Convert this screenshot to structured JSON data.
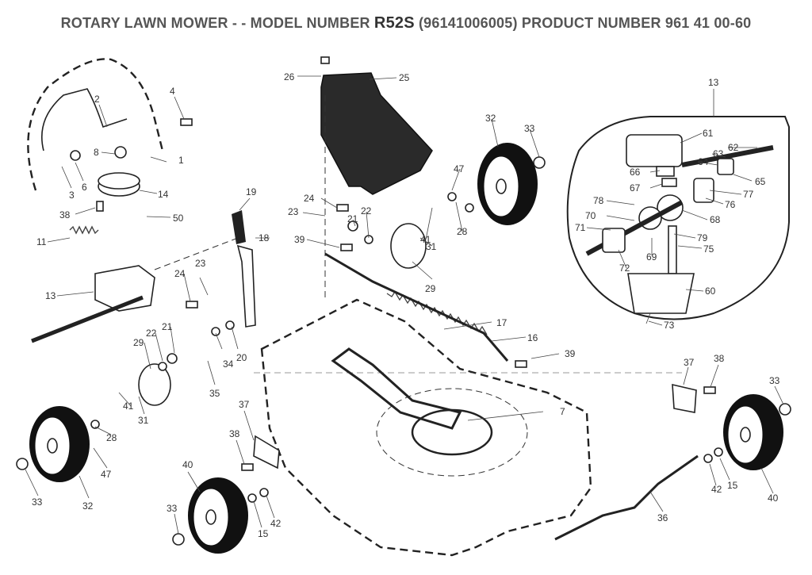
{
  "title": {
    "prefix": "ROTARY LAWN MOWER - - MODEL NUMBER ",
    "model": "R52S",
    "suffix": " (96141006005) PRODUCT NUMBER 961 41 00-60"
  },
  "part_labels": [
    "1",
    "2",
    "3",
    "4",
    "6",
    "7",
    "8",
    "11",
    "13",
    "14",
    "15",
    "16",
    "17",
    "18",
    "19",
    "20",
    "21",
    "22",
    "23",
    "24",
    "25",
    "26",
    "28",
    "29",
    "31",
    "32",
    "33",
    "34",
    "35",
    "36",
    "37",
    "38",
    "39",
    "40",
    "41",
    "42",
    "47",
    "50",
    "60",
    "61",
    "62",
    "63",
    "64",
    "65",
    "66",
    "67",
    "68",
    "69",
    "70",
    "71",
    "72",
    "73",
    "75",
    "76",
    "77",
    "78",
    "79"
  ]
}
